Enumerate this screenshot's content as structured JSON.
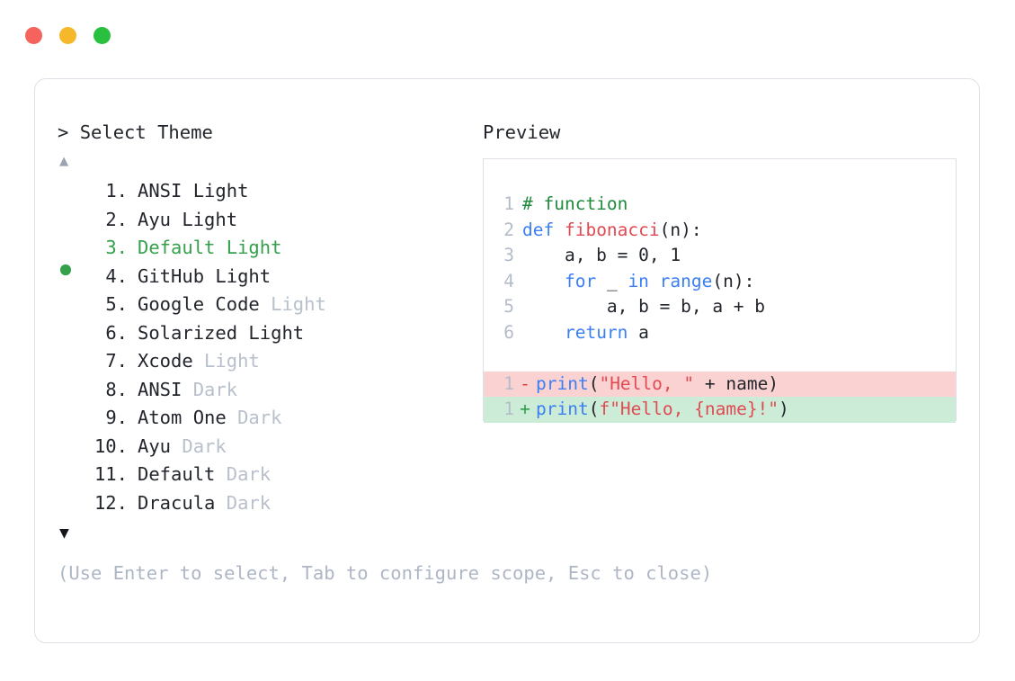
{
  "window": {
    "traffic_lights": [
      {
        "name": "close",
        "color": "#f4635c"
      },
      {
        "name": "minimize",
        "color": "#f5b82a"
      },
      {
        "name": "maximize",
        "color": "#28c03e"
      }
    ]
  },
  "selector": {
    "prompt_caret": ">",
    "prompt_label": "Select Theme",
    "scroll_up_icon": "▲",
    "scroll_down_icon": "▼",
    "selected_index": 3,
    "selected_color": "#34a14c",
    "items": [
      {
        "index": "1.",
        "name": "ANSI",
        "variant": "Light",
        "variant_dim": false,
        "selected": false
      },
      {
        "index": "2.",
        "name": "Ayu",
        "variant": "Light",
        "variant_dim": false,
        "selected": false
      },
      {
        "index": "3.",
        "name": "Default",
        "variant": "Light",
        "variant_dim": false,
        "selected": true
      },
      {
        "index": "4.",
        "name": "GitHub",
        "variant": "Light",
        "variant_dim": false,
        "selected": false
      },
      {
        "index": "5.",
        "name": "Google Code",
        "variant": "Light",
        "variant_dim": true,
        "selected": false
      },
      {
        "index": "6.",
        "name": "Solarized",
        "variant": "Light",
        "variant_dim": false,
        "selected": false
      },
      {
        "index": "7.",
        "name": "Xcode",
        "variant": "Light",
        "variant_dim": true,
        "selected": false
      },
      {
        "index": "8.",
        "name": "ANSI",
        "variant": "Dark",
        "variant_dim": true,
        "selected": false
      },
      {
        "index": "9.",
        "name": "Atom One",
        "variant": "Dark",
        "variant_dim": true,
        "selected": false
      },
      {
        "index": "10.",
        "name": "Ayu",
        "variant": "Dark",
        "variant_dim": true,
        "selected": false
      },
      {
        "index": "11.",
        "name": "Default",
        "variant": "Dark",
        "variant_dim": true,
        "selected": false
      },
      {
        "index": "12.",
        "name": "Dracula",
        "variant": "Dark",
        "variant_dim": true,
        "selected": false
      }
    ],
    "hint": "(Use Enter to select, Tab to configure scope, Esc to close)"
  },
  "preview": {
    "title": "Preview",
    "code_lines": [
      {
        "ln": "1",
        "tokens": [
          {
            "t": "# function",
            "c": "tok-comment"
          }
        ]
      },
      {
        "ln": "2",
        "tokens": [
          {
            "t": "def ",
            "c": "tok-kw"
          },
          {
            "t": "fibonacci",
            "c": "tok-fn"
          },
          {
            "t": "(n):",
            "c": "tok-plain"
          }
        ]
      },
      {
        "ln": "3",
        "tokens": [
          {
            "t": "    a, b = ",
            "c": "tok-plain"
          },
          {
            "t": "0",
            "c": "tok-num"
          },
          {
            "t": ", ",
            "c": "tok-plain"
          },
          {
            "t": "1",
            "c": "tok-num"
          }
        ]
      },
      {
        "ln": "4",
        "tokens": [
          {
            "t": "    ",
            "c": "tok-plain"
          },
          {
            "t": "for",
            "c": "tok-kw"
          },
          {
            "t": " _ ",
            "c": "tok-plain"
          },
          {
            "t": "in",
            "c": "tok-kw"
          },
          {
            "t": " ",
            "c": "tok-plain"
          },
          {
            "t": "range",
            "c": "tok-kw"
          },
          {
            "t": "(n):",
            "c": "tok-plain"
          }
        ]
      },
      {
        "ln": "5",
        "tokens": [
          {
            "t": "        a, b = b, a + b",
            "c": "tok-plain"
          }
        ]
      },
      {
        "ln": "6",
        "tokens": [
          {
            "t": "    ",
            "c": "tok-plain"
          },
          {
            "t": "return",
            "c": "tok-kw"
          },
          {
            "t": " a",
            "c": "tok-plain"
          }
        ]
      }
    ],
    "diff_lines": [
      {
        "kind": "removed",
        "ln": "1",
        "sign": "-",
        "tokens": [
          {
            "t": "print",
            "c": "tok-kw"
          },
          {
            "t": "(",
            "c": "tok-plain"
          },
          {
            "t": "\"Hello, \"",
            "c": "tok-str"
          },
          {
            "t": " + name)",
            "c": "tok-plain"
          }
        ]
      },
      {
        "kind": "added",
        "ln": "1",
        "sign": "+",
        "tokens": [
          {
            "t": "print",
            "c": "tok-kw"
          },
          {
            "t": "(",
            "c": "tok-plain"
          },
          {
            "t": "f\"Hello, {name}!\"",
            "c": "tok-str"
          },
          {
            "t": ")",
            "c": "tok-plain"
          }
        ]
      }
    ]
  }
}
